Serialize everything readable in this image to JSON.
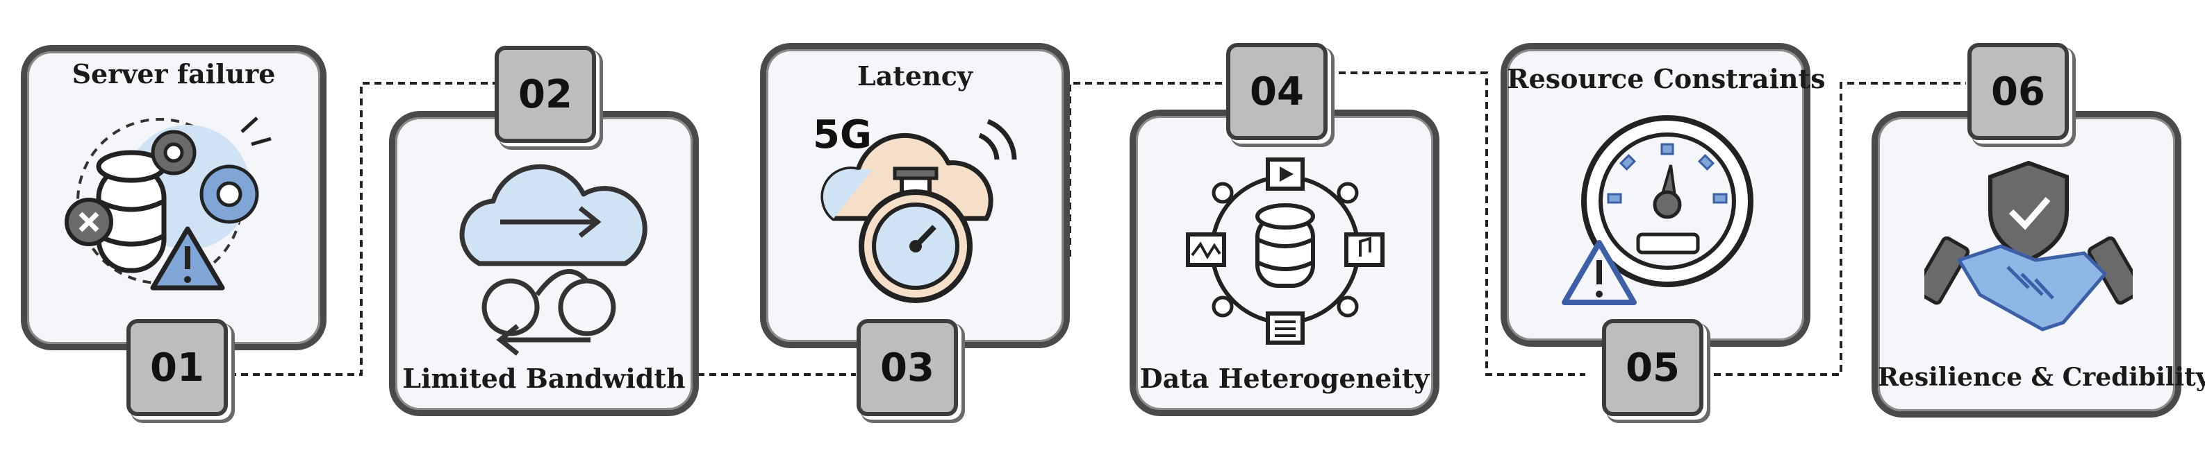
{
  "steps": [
    {
      "number": "01",
      "title": "Server failure"
    },
    {
      "number": "02",
      "title": "Limited Bandwidth"
    },
    {
      "number": "03",
      "title": "Latency"
    },
    {
      "number": "04",
      "title": "Data Heterogeneity"
    },
    {
      "number": "05",
      "title": "Resource Constraints"
    },
    {
      "number": "06",
      "title": "Resilience & Credibility"
    }
  ],
  "icons": {
    "latency_network_label": "5G"
  },
  "icon_names": [
    "server-failure-icon",
    "cloud-transfer-icon",
    "stopwatch-5g-icon",
    "database-hub-icon",
    "gauge-warning-icon",
    "handshake-shield-icon"
  ],
  "colors": {
    "card_border": "#4a4a4a",
    "card_fill": "#f4f6f9",
    "badge_fill": "#bdbdbd",
    "icon_light_blue": "#cfe3f5",
    "icon_mid_blue": "#7fa6d6",
    "icon_dark_blue": "#3c5fa8",
    "connector": "#222222"
  }
}
